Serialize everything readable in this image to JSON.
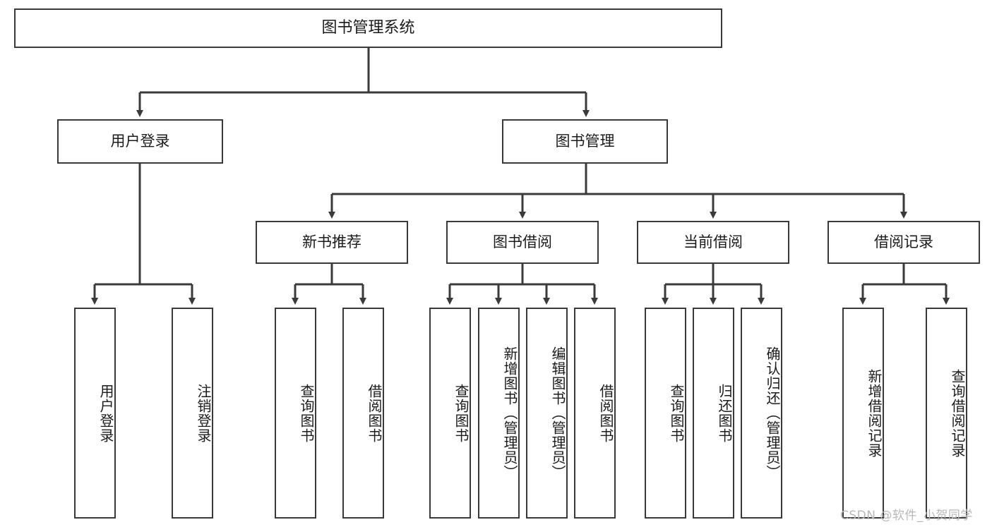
{
  "diagram": {
    "type": "tree",
    "title": "图书管理系统",
    "orientation": "top-down",
    "colors": {
      "box_border": "#3a3a3a",
      "box_fill": "#ffffff",
      "connector": "#3a3a3a",
      "text": "#1b1b1b",
      "watermark": "#b8b8b8",
      "background": "#ffffff"
    },
    "root": {
      "label": "图书管理系统"
    },
    "level2": [
      {
        "label": "用户登录"
      },
      {
        "label": "图书管理"
      }
    ],
    "level3": [
      {
        "label": "新书推荐"
      },
      {
        "label": "图书借阅"
      },
      {
        "label": "当前借阅"
      },
      {
        "label": "借阅记录"
      }
    ],
    "leaves": {
      "user_login": [
        {
          "label": "用户登录"
        },
        {
          "label": "注销登录"
        }
      ],
      "new_book": [
        {
          "label": "查询图书"
        },
        {
          "label": "借阅图书"
        }
      ],
      "book_borrow": [
        {
          "label": "查询图书"
        },
        {
          "label": "新增图书（管理员）"
        },
        {
          "label": "编辑图书（管理员）"
        },
        {
          "label": "借阅图书"
        }
      ],
      "current_borrow": [
        {
          "label": "查询图书"
        },
        {
          "label": "归还图书"
        },
        {
          "label": "确认归还（管理员）"
        }
      ],
      "borrow_record": [
        {
          "label": "新增借阅记录"
        },
        {
          "label": "查询借阅记录"
        }
      ]
    }
  },
  "watermark": {
    "text": "CSDN @软件_小贺同学"
  }
}
